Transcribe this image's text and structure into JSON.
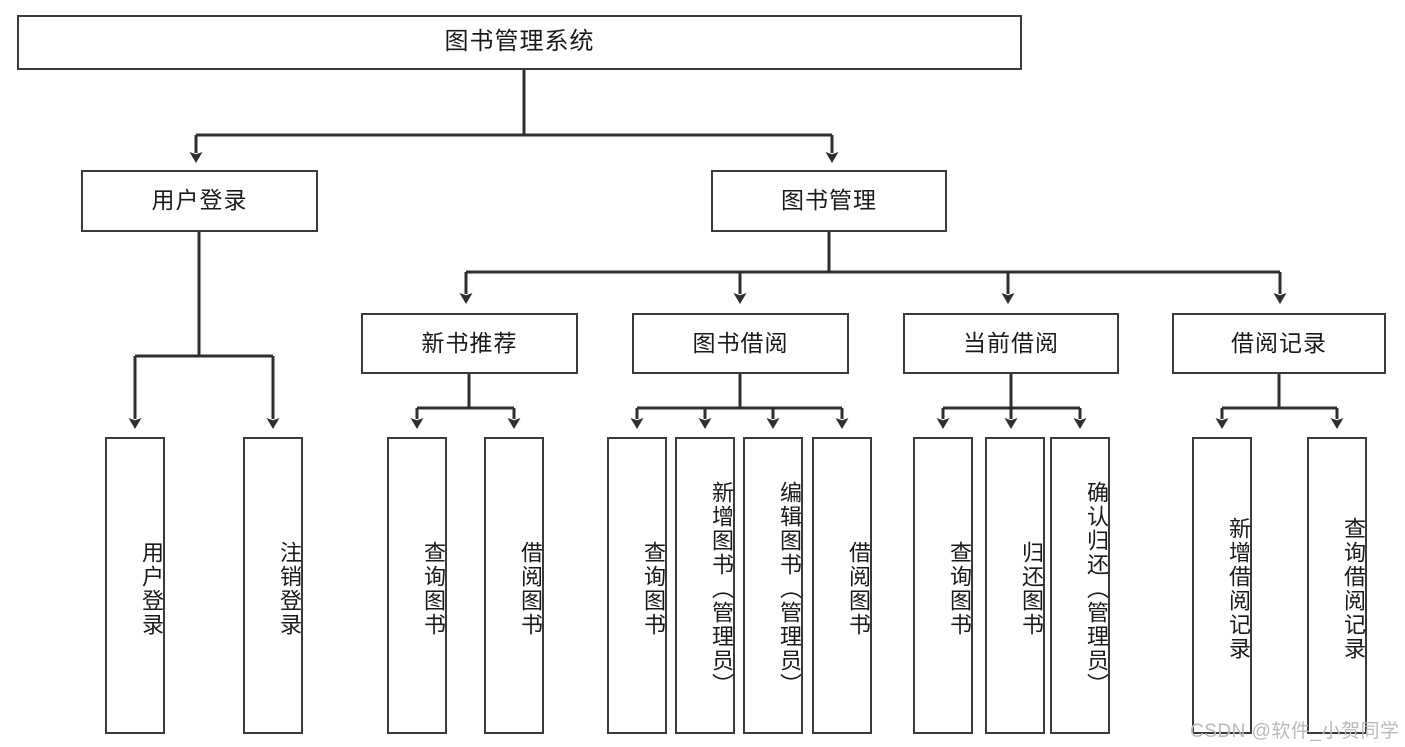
{
  "diagram": {
    "title": "图书管理系统",
    "type": "tree-hierarchy-chart",
    "root": {
      "id": "root",
      "label": "图书管理系统"
    },
    "level2": [
      {
        "id": "user-login",
        "label": "用户登录"
      },
      {
        "id": "book-manage",
        "label": "图书管理"
      }
    ],
    "level3": [
      {
        "id": "new-book-recommend",
        "label": "新书推荐",
        "parent": "book-manage"
      },
      {
        "id": "book-borrow",
        "label": "图书借阅",
        "parent": "book-manage"
      },
      {
        "id": "current-borrow",
        "label": "当前借阅",
        "parent": "book-manage"
      },
      {
        "id": "borrow-record",
        "label": "借阅记录",
        "parent": "book-manage"
      }
    ],
    "leaves": [
      {
        "id": "leaf-user-login",
        "label": "用户登录",
        "parent": "user-login"
      },
      {
        "id": "leaf-logout-login",
        "label": "注销登录",
        "parent": "user-login"
      },
      {
        "id": "leaf-query-book-1",
        "label": "查询图书",
        "parent": "new-book-recommend"
      },
      {
        "id": "leaf-borrow-book-1",
        "label": "借阅图书",
        "parent": "new-book-recommend"
      },
      {
        "id": "leaf-query-book-2",
        "label": "查询图书",
        "parent": "book-borrow"
      },
      {
        "id": "leaf-add-book",
        "label": "新增图书（管理员）",
        "parent": "book-borrow"
      },
      {
        "id": "leaf-edit-book",
        "label": "编辑图书（管理员）",
        "parent": "book-borrow"
      },
      {
        "id": "leaf-borrow-book-2",
        "label": "借阅图书",
        "parent": "book-borrow"
      },
      {
        "id": "leaf-query-book-3",
        "label": "查询图书",
        "parent": "current-borrow"
      },
      {
        "id": "leaf-return-book",
        "label": "归还图书",
        "parent": "current-borrow"
      },
      {
        "id": "leaf-confirm-return",
        "label": "确认归还（管理员）",
        "parent": "current-borrow"
      },
      {
        "id": "leaf-add-record",
        "label": "新增借阅记录",
        "parent": "borrow-record"
      },
      {
        "id": "leaf-query-record",
        "label": "查询借阅记录",
        "parent": "borrow-record"
      }
    ],
    "watermark": "CSDN @软件_小贺同学",
    "colors": {
      "border": "#3a3a3a",
      "text": "#1a1a1a",
      "background": "#ffffff",
      "edge": "#2f2f2f",
      "watermark": "#b9b9b9"
    }
  }
}
